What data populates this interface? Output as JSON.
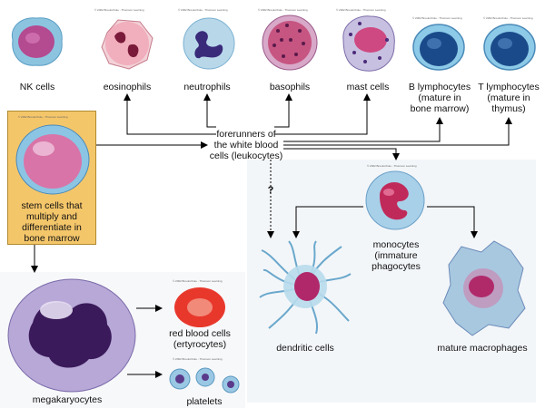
{
  "labels": {
    "nk_cells": "NK cells",
    "eosinophils": "eosinophils",
    "neutrophils": "neutrophils",
    "basophils": "basophils",
    "mast_cells": "mast cells",
    "b_lymphocytes": "B lymphocytes\n(mature in\nbone marrow)",
    "t_lymphocytes": "T lymphocytes\n(mature in\nthymus)",
    "forerunners": "forerunners of\nthe white blood\ncells (leukocytes)",
    "stem_cells": "stem cells that\nmultiply and\ndifferentiate in\nbone marrow",
    "question": "?",
    "monocytes": "monocytes\n(immature\nphagocytes",
    "dendritic_cells": "dendritic cells",
    "mature_macrophages": "mature macrophages",
    "red_blood_cells": "red blood cells\n(ertyrocytes)",
    "megakaryocytes": "megakaryocytes",
    "platelets": "platelets"
  },
  "credit": "© 2002 Brooks/Cole - Thomson Learning",
  "colors": {
    "stem_box": "#f4c66a",
    "arrow": "#000000",
    "cell_blue": "#7fb8d8",
    "cell_purple": "#5a2a7a",
    "cell_pink": "#d9527a",
    "red_cell": "#e8382c"
  }
}
